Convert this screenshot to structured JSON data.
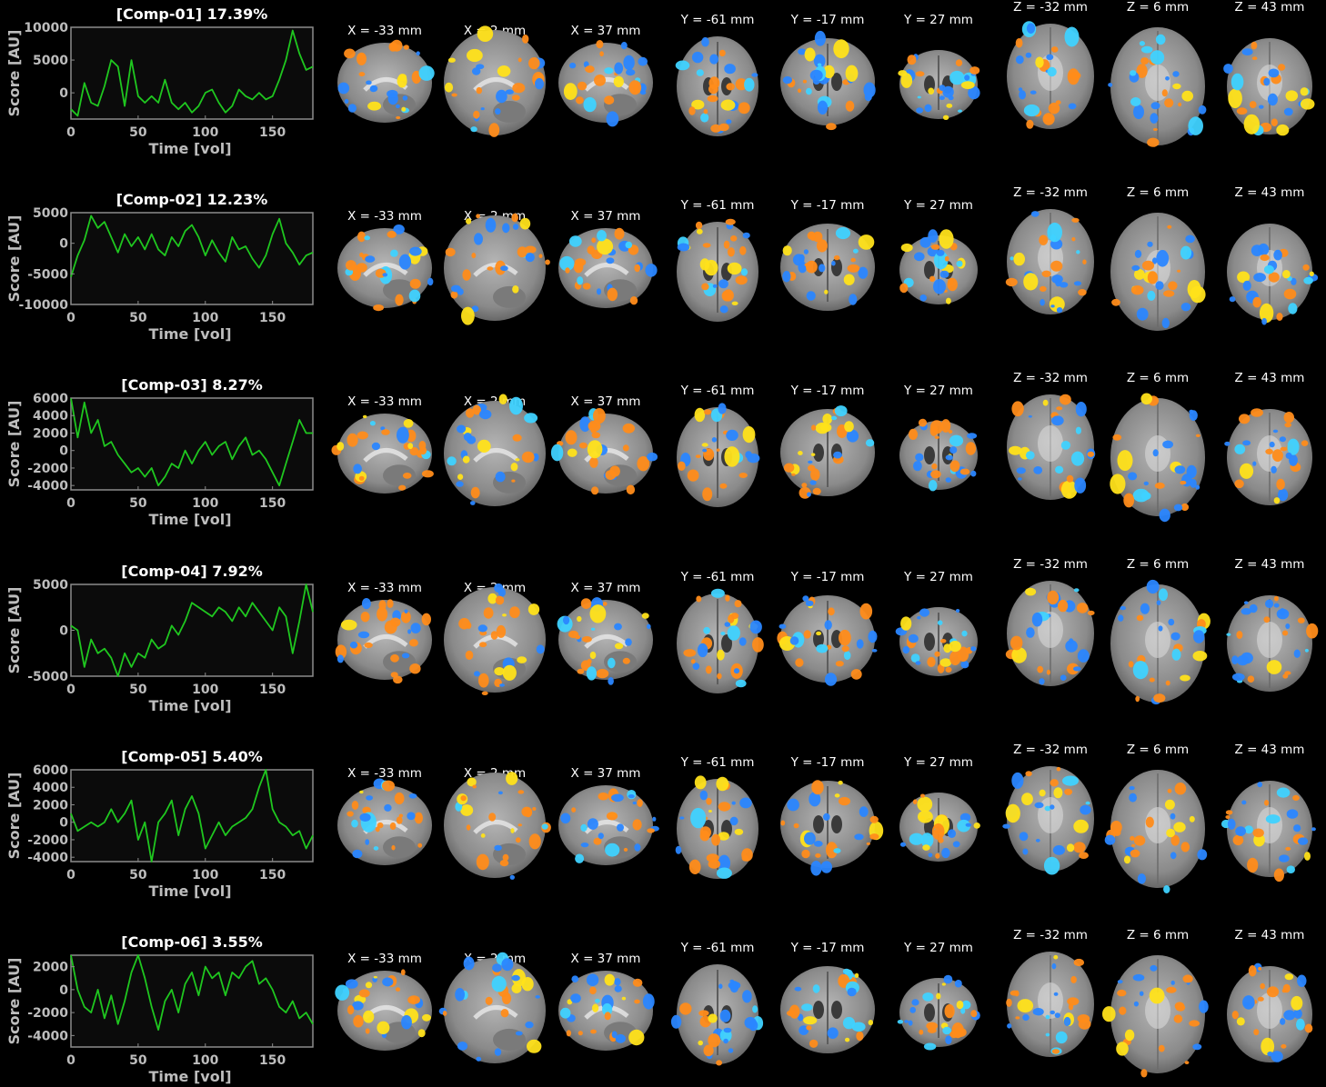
{
  "figure": {
    "x_axis_label": "Time [vol]",
    "y_axis_label": "Score [AU]",
    "x_ticks": [
      "0",
      "50",
      "100",
      "150"
    ],
    "slice_labels": [
      "X = -33 mm",
      "X = 2 mm",
      "X = 37 mm",
      "Y = -61 mm",
      "Y = -17 mm",
      "Y = 27 mm",
      "Z = -32 mm",
      "Z = 6 mm",
      "Z = 43 mm"
    ],
    "colors": {
      "line": "#1fc71f",
      "positive": "#ff8c1a",
      "positive_peak": "#ffe21a",
      "negative": "#2a86ff",
      "negative_peak": "#3fd2ff",
      "brain": "#9a9a9a",
      "background": "#000000"
    }
  },
  "components": [
    {
      "title": "[Comp-01] 17.39%",
      "y_ticks": [
        "10000",
        "5000",
        "0"
      ],
      "chart_data": {
        "type": "line",
        "xlim": [
          0,
          180
        ],
        "ylim": [
          -4000,
          10000
        ],
        "x": [
          0,
          5,
          10,
          15,
          20,
          25,
          30,
          35,
          40,
          45,
          50,
          55,
          60,
          65,
          70,
          75,
          80,
          85,
          90,
          95,
          100,
          105,
          110,
          115,
          120,
          125,
          130,
          135,
          140,
          145,
          150,
          155,
          160,
          165,
          170,
          175,
          180
        ],
        "y": [
          -2500,
          -3500,
          1500,
          -1500,
          -2000,
          1000,
          5000,
          4000,
          -2000,
          5000,
          -500,
          -1500,
          -500,
          -1500,
          2000,
          -1500,
          -2500,
          -1500,
          -3000,
          -2000,
          0,
          500,
          -1500,
          -3000,
          -2000,
          500,
          -500,
          -1000,
          0,
          -1000,
          -500,
          2000,
          5000,
          9500,
          6000,
          3500,
          4000
        ]
      }
    },
    {
      "title": "[Comp-02] 12.23%",
      "y_ticks": [
        "5000",
        "0",
        "-5000",
        "-10000"
      ],
      "chart_data": {
        "type": "line",
        "xlim": [
          0,
          180
        ],
        "ylim": [
          -10000,
          5000
        ],
        "x": [
          0,
          5,
          10,
          15,
          20,
          25,
          30,
          35,
          40,
          45,
          50,
          55,
          60,
          65,
          70,
          75,
          80,
          85,
          90,
          95,
          100,
          105,
          110,
          115,
          120,
          125,
          130,
          135,
          140,
          145,
          150,
          155,
          160,
          165,
          170,
          175,
          180
        ],
        "y": [
          -5500,
          -2000,
          500,
          4500,
          2500,
          3500,
          1000,
          -1500,
          1500,
          -500,
          1000,
          -1000,
          1500,
          -1000,
          -2000,
          1000,
          -500,
          2000,
          3000,
          1000,
          -2000,
          500,
          -1500,
          -3000,
          1000,
          -1000,
          -500,
          -2500,
          -4000,
          -2000,
          1500,
          4000,
          0,
          -1500,
          -3500,
          -2000,
          -1500
        ]
      }
    },
    {
      "title": "[Comp-03] 8.27%",
      "y_ticks": [
        "6000",
        "4000",
        "2000",
        "0",
        "-2000",
        "-4000"
      ],
      "chart_data": {
        "type": "line",
        "xlim": [
          0,
          180
        ],
        "ylim": [
          -4500,
          6000
        ],
        "x": [
          0,
          5,
          10,
          15,
          20,
          25,
          30,
          35,
          40,
          45,
          50,
          55,
          60,
          65,
          70,
          75,
          80,
          85,
          90,
          95,
          100,
          105,
          110,
          115,
          120,
          125,
          130,
          135,
          140,
          145,
          150,
          155,
          160,
          165,
          170,
          175,
          180
        ],
        "y": [
          6000,
          1500,
          5500,
          2000,
          3500,
          500,
          1000,
          -500,
          -1500,
          -2500,
          -2000,
          -3000,
          -2000,
          -4000,
          -3000,
          -1500,
          -2000,
          0,
          -1500,
          0,
          1000,
          -500,
          500,
          1000,
          -1000,
          500,
          1500,
          -500,
          0,
          -1000,
          -2500,
          -4000,
          -1500,
          1000,
          3500,
          2000,
          2000
        ]
      }
    },
    {
      "title": "[Comp-04] 7.92%",
      "y_ticks": [
        "5000",
        "0",
        "-5000"
      ],
      "chart_data": {
        "type": "line",
        "xlim": [
          0,
          180
        ],
        "ylim": [
          -5000,
          5000
        ],
        "x": [
          0,
          5,
          10,
          15,
          20,
          25,
          30,
          35,
          40,
          45,
          50,
          55,
          60,
          65,
          70,
          75,
          80,
          85,
          90,
          95,
          100,
          105,
          110,
          115,
          120,
          125,
          130,
          135,
          140,
          145,
          150,
          155,
          160,
          165,
          170,
          175,
          180
        ],
        "y": [
          500,
          0,
          -4000,
          -1000,
          -2500,
          -2000,
          -3000,
          -5000,
          -2500,
          -4000,
          -2500,
          -3000,
          -1000,
          -2000,
          -1500,
          500,
          -500,
          1000,
          3000,
          2500,
          2000,
          1500,
          2500,
          2000,
          1000,
          2500,
          1500,
          3000,
          2000,
          1000,
          0,
          2500,
          1500,
          -2500,
          1000,
          5000,
          2000
        ]
      }
    },
    {
      "title": "[Comp-05] 5.40%",
      "y_ticks": [
        "6000",
        "4000",
        "2000",
        "0",
        "-2000",
        "-4000"
      ],
      "chart_data": {
        "type": "line",
        "xlim": [
          0,
          180
        ],
        "ylim": [
          -4500,
          6000
        ],
        "x": [
          0,
          5,
          10,
          15,
          20,
          25,
          30,
          35,
          40,
          45,
          50,
          55,
          60,
          65,
          70,
          75,
          80,
          85,
          90,
          95,
          100,
          105,
          110,
          115,
          120,
          125,
          130,
          135,
          140,
          145,
          150,
          155,
          160,
          165,
          170,
          175,
          180
        ],
        "y": [
          1000,
          -1000,
          -500,
          0,
          -500,
          0,
          1500,
          0,
          1000,
          2500,
          -2000,
          0,
          -4500,
          0,
          1000,
          2500,
          -1500,
          1500,
          3000,
          1000,
          -3000,
          -1500,
          0,
          -1500,
          -500,
          0,
          500,
          1500,
          4000,
          6000,
          1500,
          0,
          -500,
          -1500,
          -1000,
          -3000,
          -1500
        ]
      }
    },
    {
      "title": "[Comp-06] 3.55%",
      "y_ticks": [
        "2000",
        "0",
        "-2000",
        "-4000"
      ],
      "chart_data": {
        "type": "line",
        "xlim": [
          0,
          180
        ],
        "ylim": [
          -5000,
          3000
        ],
        "x": [
          0,
          5,
          10,
          15,
          20,
          25,
          30,
          35,
          40,
          45,
          50,
          55,
          60,
          65,
          70,
          75,
          80,
          85,
          90,
          95,
          100,
          105,
          110,
          115,
          120,
          125,
          130,
          135,
          140,
          145,
          150,
          155,
          160,
          165,
          170,
          175,
          180
        ],
        "y": [
          3000,
          0,
          -1500,
          -2000,
          0,
          -2500,
          -500,
          -3000,
          -1000,
          1500,
          3000,
          1000,
          -1500,
          -3500,
          -1000,
          0,
          -2000,
          500,
          1500,
          -500,
          2000,
          1000,
          1500,
          -500,
          1500,
          1000,
          2000,
          2500,
          500,
          1000,
          0,
          -1500,
          -2000,
          -1000,
          -2500,
          -2000,
          -3000
        ]
      }
    }
  ]
}
